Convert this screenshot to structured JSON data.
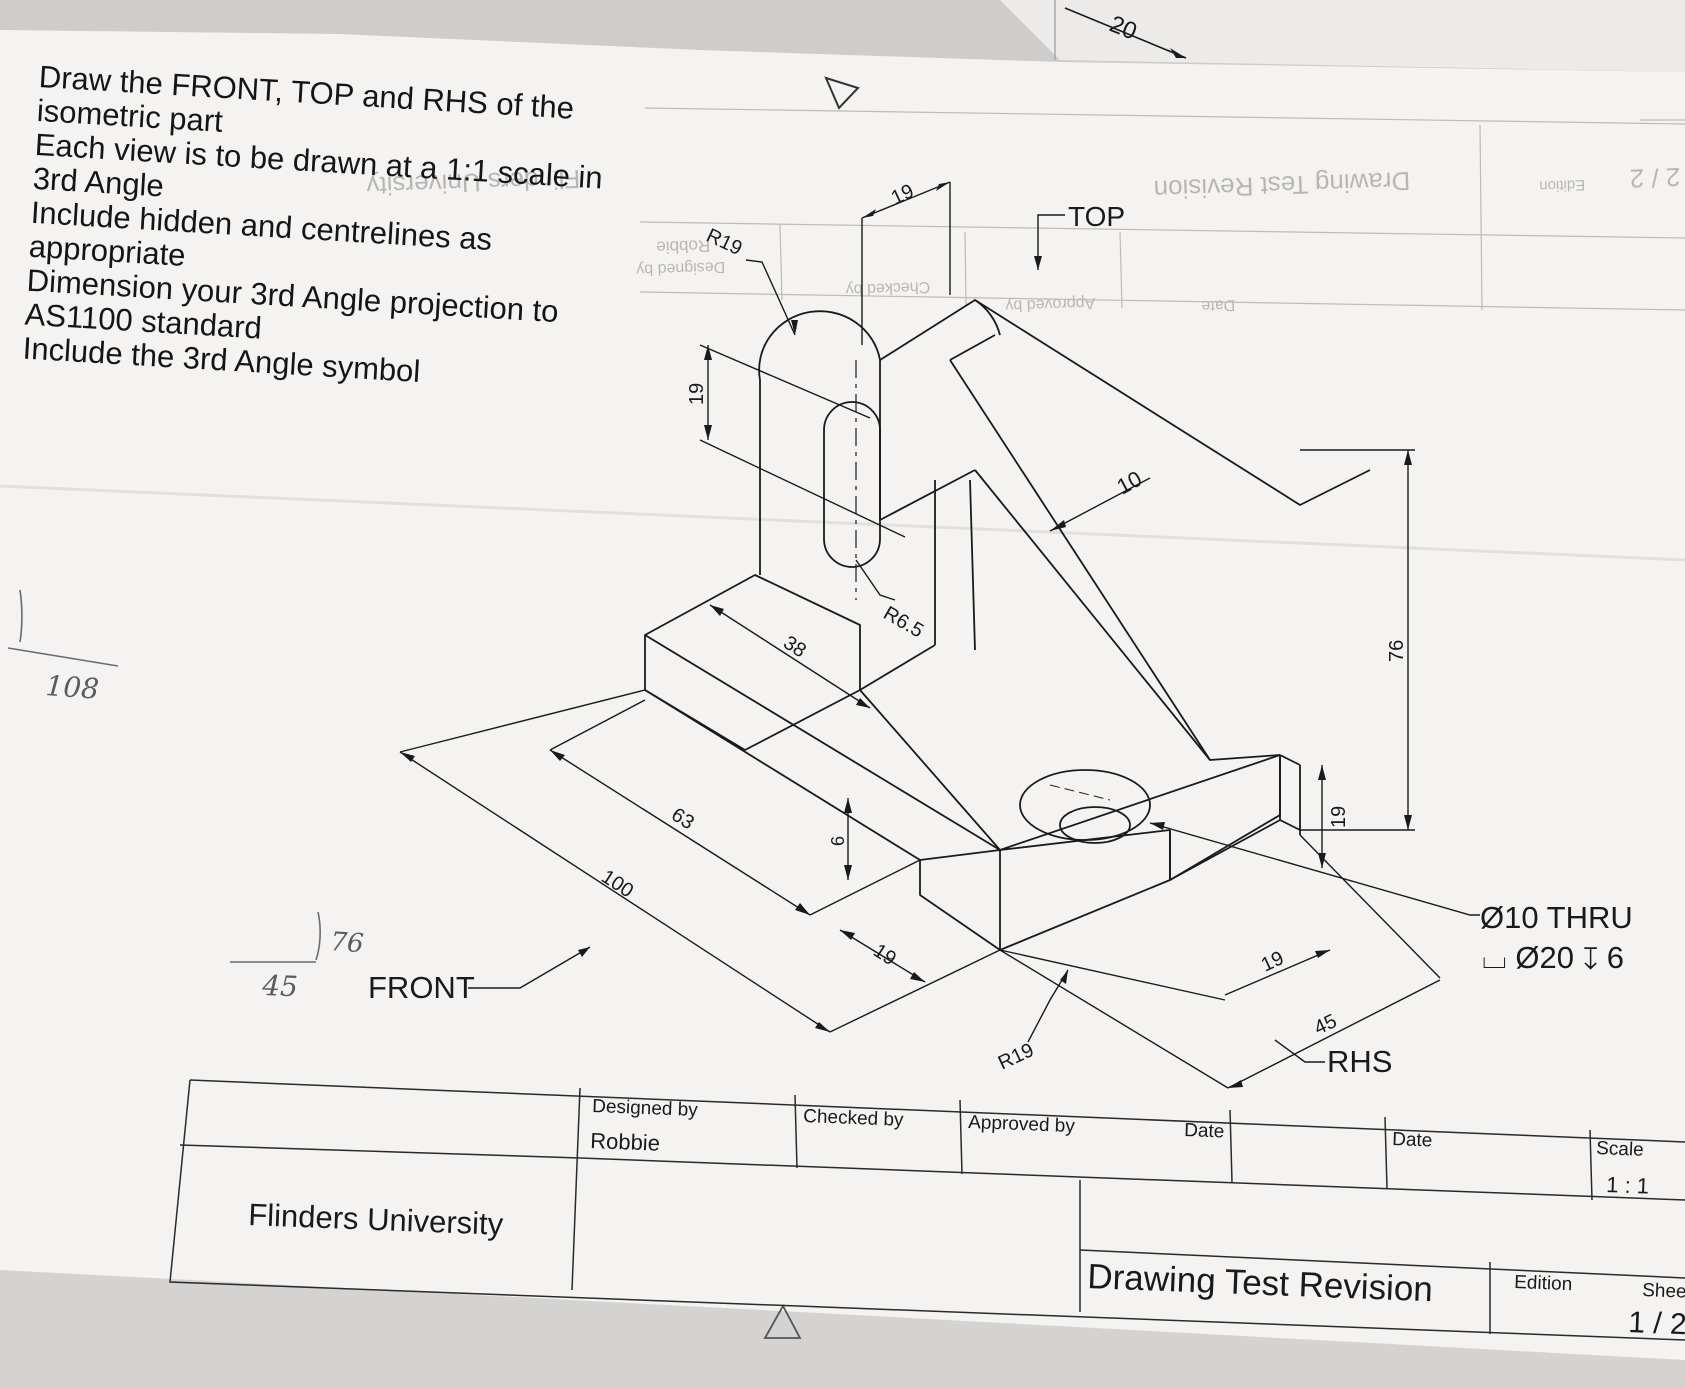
{
  "instructions": [
    "Draw the FRONT, TOP and RHS of the",
    "isometric part",
    "Each view is to be drawn at a 1:1 scale in",
    "3rd Angle",
    "Include hidden and centrelines as",
    "appropriate",
    "Dimension your 3rd Angle projection to",
    "AS1100 standard",
    "Include the 3rd Angle symbol"
  ],
  "view_labels": {
    "top": "TOP",
    "front": "FRONT",
    "rhs": "RHS"
  },
  "dimensions": {
    "d20": "20",
    "d19_top": "19",
    "r19_top": "R19",
    "d19_left": "19",
    "d10": "10",
    "r6_5": "R6.5",
    "d38": "38",
    "d76": "76",
    "d63": "63",
    "d6": "6",
    "d100": "100",
    "d19_bottom": "19",
    "d19_right": "19",
    "d19_small": "19",
    "d45": "45",
    "r19_bottom": "R19"
  },
  "hole_callout": {
    "line1": "Ø10 THRU",
    "line2": "⌴ Ø20 ↧ 6"
  },
  "handwritten": {
    "n1": "1",
    "n108": "108",
    "n76": "76",
    "n45": "45"
  },
  "title_block": {
    "company": "Flinders University",
    "designed_by_label": "Designed by",
    "designed_by": "Robbie",
    "checked_by_label": "Checked by",
    "approved_by_label": "Approved by",
    "date_label_1": "Date",
    "date_label_2": "Date",
    "scale_label": "Scale",
    "scale_value": "1 : 1",
    "title": "Drawing Test Revision",
    "edition_label": "Edition",
    "sheet_label": "Sheet",
    "sheet_value": "1 / 2"
  },
  "show_through": {
    "title": "Drawing Test Revision",
    "company": "Flinders University",
    "designed": "Designed by",
    "robbie": "Robbie",
    "checked": "Checked by",
    "approved": "Approved by",
    "date": "Date",
    "sheet": "2 / 2",
    "edition": "Edition"
  },
  "colors": {
    "paper": "#f4f3f1",
    "line": "#1a1a1a",
    "pencil": "#5a5a60",
    "background": "#cfcdcb"
  }
}
